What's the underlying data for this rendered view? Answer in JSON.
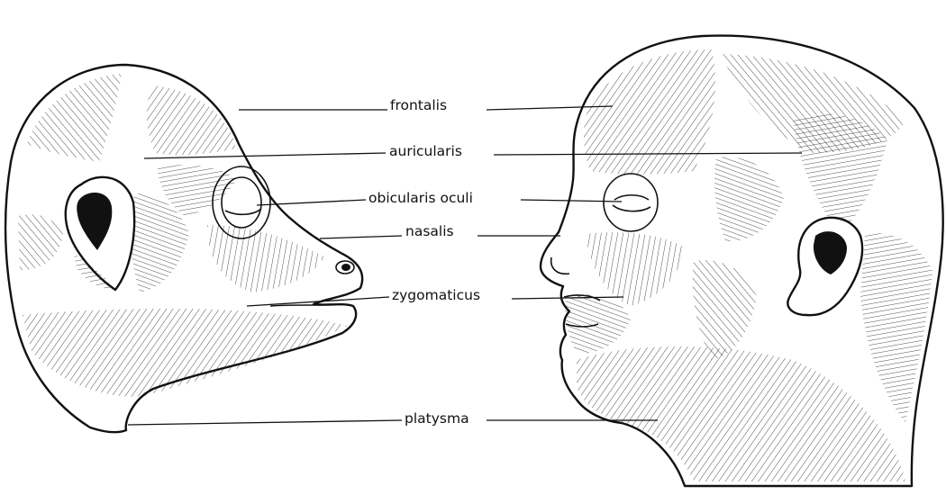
{
  "labels": {
    "frontalis": "frontalis",
    "auricularis": "auricularis",
    "orbicularis": "obicularis oculi",
    "nasalis": "nasalis",
    "zygomaticus": "zygomaticus",
    "platysma": "platysma"
  },
  "colors": {
    "ink": "#111111",
    "background": "#ffffff"
  },
  "figures": {
    "left": "primate-head-side-view",
    "right": "human-head-side-view"
  }
}
